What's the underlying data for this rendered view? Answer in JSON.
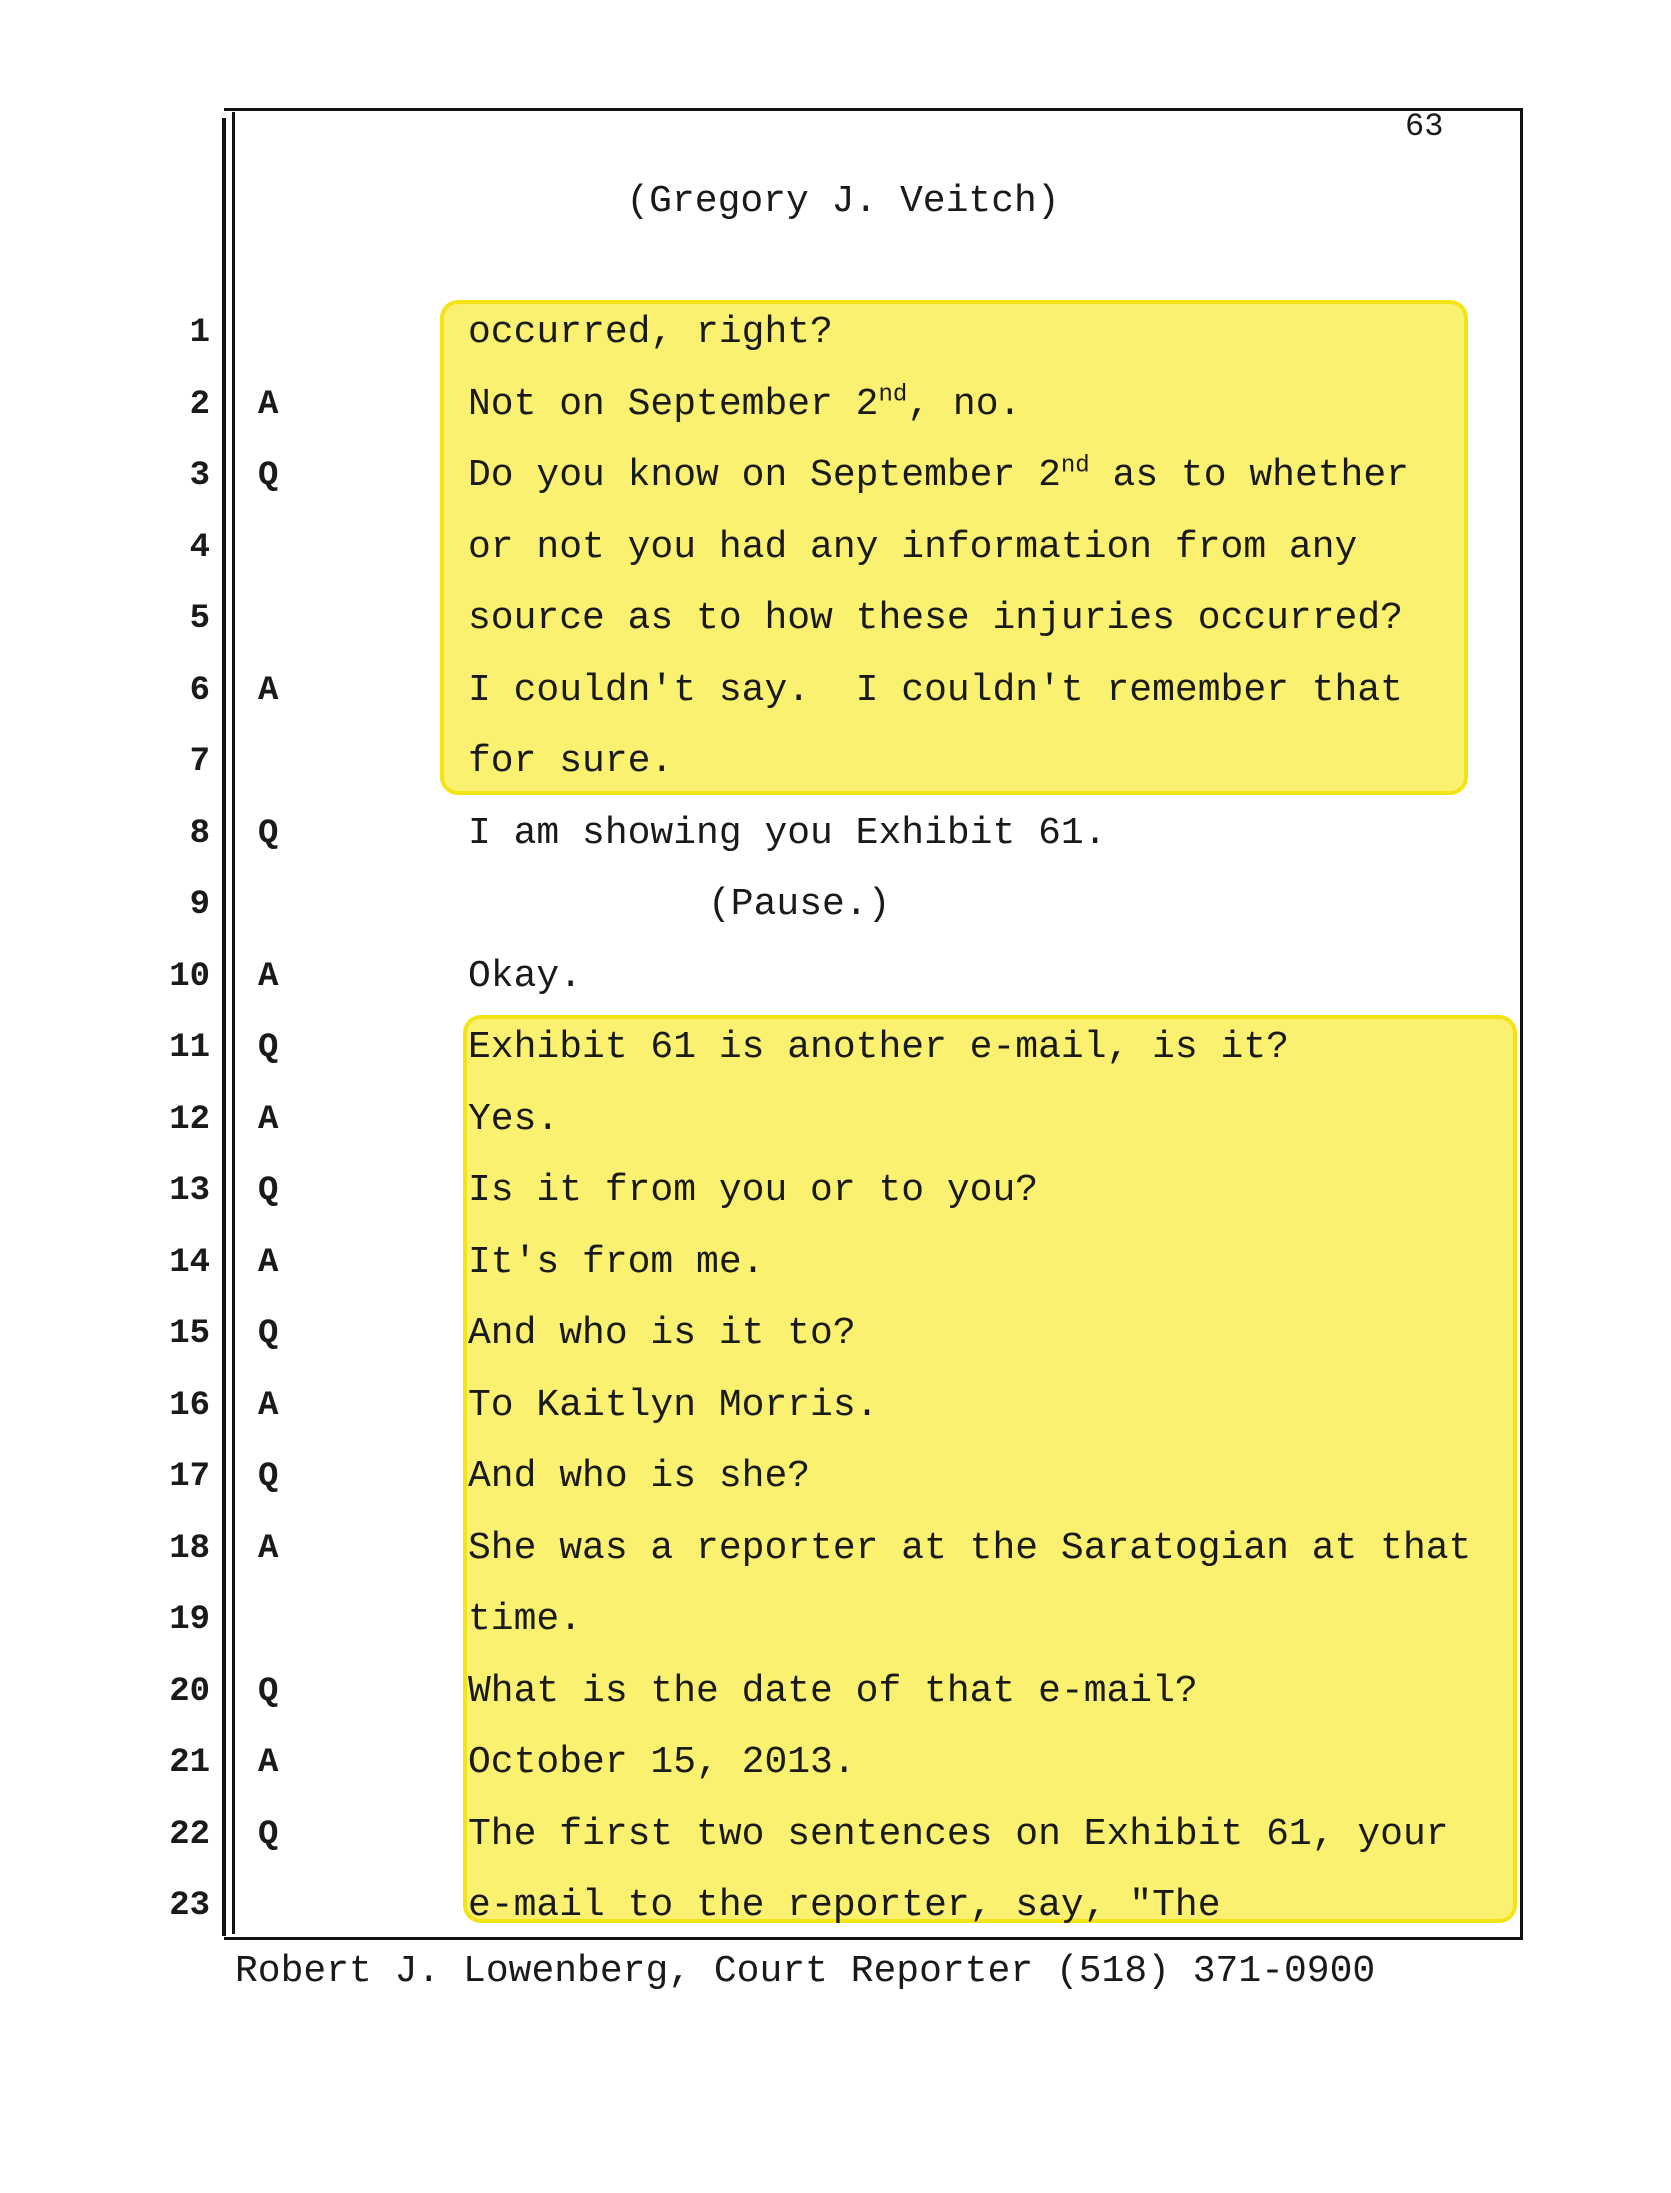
{
  "page_number": "63",
  "header": "(Gregory J. Veitch)",
  "highlight_color": "#f9f060",
  "lines": [
    {
      "n": "1",
      "s": "",
      "t": "occurred, right?"
    },
    {
      "n": "2",
      "s": "A",
      "t": "Not on September 2",
      "sup": "nd",
      "t2": ", no."
    },
    {
      "n": "3",
      "s": "Q",
      "t": "Do you know on September 2",
      "sup": "nd",
      "t2": " as to whether"
    },
    {
      "n": "4",
      "s": "",
      "t": "or not you had any information from any"
    },
    {
      "n": "5",
      "s": "",
      "t": "source as to how these injuries occurred?"
    },
    {
      "n": "6",
      "s": "A",
      "t": "I couldn't say.  I couldn't remember that"
    },
    {
      "n": "7",
      "s": "",
      "t": "for sure."
    },
    {
      "n": "8",
      "s": "Q",
      "t": "I am showing you Exhibit 61."
    },
    {
      "n": "9",
      "s": "",
      "t": "(Pause.)",
      "pause": true
    },
    {
      "n": "10",
      "s": "A",
      "t": "Okay."
    },
    {
      "n": "11",
      "s": "Q",
      "t": "Exhibit 61 is another e-mail, is it?"
    },
    {
      "n": "12",
      "s": "A",
      "t": "Yes."
    },
    {
      "n": "13",
      "s": "Q",
      "t": "Is it from you or to you?"
    },
    {
      "n": "14",
      "s": "A",
      "t": "It's from me."
    },
    {
      "n": "15",
      "s": "Q",
      "t": "And who is it to?"
    },
    {
      "n": "16",
      "s": "A",
      "t": "To Kaitlyn Morris."
    },
    {
      "n": "17",
      "s": "Q",
      "t": "And who is she?"
    },
    {
      "n": "18",
      "s": "A",
      "t": "She was a reporter at the Saratogian at that"
    },
    {
      "n": "19",
      "s": "",
      "t": "time."
    },
    {
      "n": "20",
      "s": "Q",
      "t": "What is the date of that e-mail?"
    },
    {
      "n": "21",
      "s": "A",
      "t": "October 15, 2013."
    },
    {
      "n": "22",
      "s": "Q",
      "t": "The first two sentences on Exhibit 61, your"
    },
    {
      "n": "23",
      "s": "",
      "t": "e-mail to the reporter, say, \"The"
    }
  ],
  "footer": "Robert J. Lowenberg, Court Reporter (518) 371-0900"
}
